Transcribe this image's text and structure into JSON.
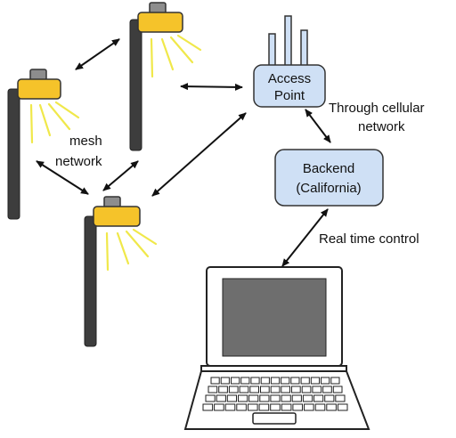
{
  "labels": {
    "mesh_line1": "mesh",
    "mesh_line2": "network",
    "cellular_line1": "Through cellular",
    "cellular_line2": "network",
    "realtime": "Real time control"
  },
  "nodes": {
    "access_point": {
      "line1": "Access",
      "line2": "Point"
    },
    "backend": {
      "line1": "Backend",
      "line2": "(California)"
    }
  },
  "colors": {
    "lamp_head": "#f5c32a",
    "lamp_cap": "#8d8d8d",
    "pole": "#3d3d3d",
    "light_ray": "#f0e84a",
    "box_fill": "#cfe0f5",
    "box_stroke": "#333333",
    "screen": "#6e6e6e"
  },
  "icons": [
    "street-light-icon",
    "antenna-icon",
    "laptop-icon",
    "double-arrow-icon"
  ]
}
